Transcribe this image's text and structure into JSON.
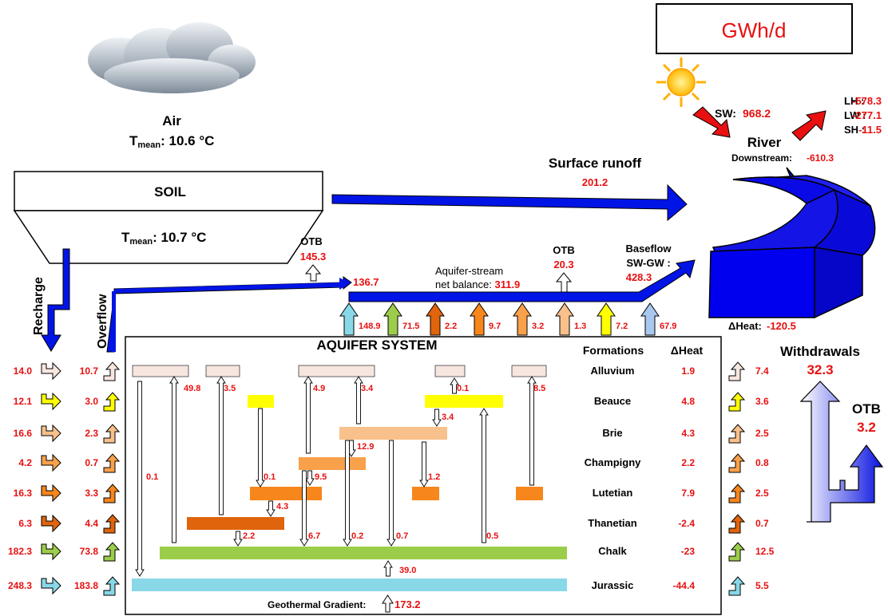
{
  "unit_label": "GWh/d",
  "air": {
    "label": "Air",
    "tmean_label": "T",
    "tmean_sub": "mean",
    "tmean_value": ": 10.6 °C"
  },
  "soil": {
    "label": "SOIL",
    "tmean_label": "T",
    "tmean_sub": "mean",
    "tmean_value": ":  10.7 °C"
  },
  "surface_runoff": {
    "label": "Surface runoff",
    "value": "201.2"
  },
  "sw": {
    "label": "SW:",
    "value": "968.2"
  },
  "atm": [
    {
      "label": "LH :",
      "value": "-578.3"
    },
    {
      "label": "LW :",
      "value": "-277.1"
    },
    {
      "label": "SH :",
      "value": "-11.5"
    }
  ],
  "river": {
    "label": "River",
    "downstream_label": "Downstream:",
    "downstream_value": "-610.3",
    "dheat_label": "ΔHeat:",
    "dheat_value": "-120.5"
  },
  "otb_soil": {
    "label": "OTB",
    "value": "145.3"
  },
  "otb_stream": {
    "label": "OTB",
    "value": "20.3"
  },
  "overflow_value": "136.7",
  "aquifer_stream": {
    "label1": "Aquifer-stream",
    "label2": "net balance:",
    "value": "311.9"
  },
  "baseflow": {
    "label1": "Baseflow",
    "label2": "SW-GW :",
    "value": "428.3"
  },
  "recharge_label": "Recharge",
  "overflow_label": "Overflow",
  "aquifer_title": "AQUIFER SYSTEM",
  "formations_header": "Formations",
  "dheat_header": "ΔHeat",
  "formations": [
    {
      "name": "Alluvium",
      "recharge": "14.0",
      "overflow": "10.7",
      "dheat": "1.9",
      "withdrawal": "7.4",
      "color": "#f7e6e0"
    },
    {
      "name": "Beauce",
      "recharge": "12.1",
      "overflow": "3.0",
      "dheat": "4.8",
      "withdrawal": "3.6",
      "color": "#ffff00"
    },
    {
      "name": "Brie",
      "recharge": "16.6",
      "overflow": "2.3",
      "dheat": "4.3",
      "withdrawal": "2.5",
      "color": "#f8c08a"
    },
    {
      "name": "Champigny",
      "recharge": "4.2",
      "overflow": "0.7",
      "dheat": "2.2",
      "withdrawal": "0.8",
      "color": "#f9a04a"
    },
    {
      "name": "Lutetian",
      "recharge": "16.3",
      "overflow": "3.3",
      "dheat": "7.9",
      "withdrawal": "2.5",
      "color": "#f7861c"
    },
    {
      "name": "Thanetian",
      "recharge": "6.3",
      "overflow": "4.4",
      "dheat": "-2.4",
      "withdrawal": "0.7",
      "color": "#e0640c"
    },
    {
      "name": "Chalk",
      "recharge": "182.3",
      "overflow": "73.8",
      "dheat": "-23",
      "withdrawal": "12.5",
      "color": "#9ccd4a"
    },
    {
      "name": "Jurassic",
      "recharge": "248.3",
      "overflow": "183.8",
      "dheat": "-44.4",
      "withdrawal": "5.5",
      "color": "#88d8e8"
    }
  ],
  "stream_exchanges": [
    {
      "value": "148.9",
      "color": "#88d8e8"
    },
    {
      "value": "71.5",
      "color": "#9ccd4a"
    },
    {
      "value": "2.2",
      "color": "#e0640c"
    },
    {
      "value": "9.7",
      "color": "#f7861c"
    },
    {
      "value": "3.2",
      "color": "#f9a04a"
    },
    {
      "value": "1.3",
      "color": "#f8c08a"
    },
    {
      "value": "7.2",
      "color": "#ffff00"
    },
    {
      "value": "67.9",
      "color": "#a8c8f0"
    }
  ],
  "internal_flows": [
    "49.8",
    "3.5",
    "4.9",
    "3.4",
    "0.1",
    "8.5",
    "3.4",
    "12.9",
    "0.1",
    "9.5",
    "1.2",
    "4.3",
    "2.2",
    "6.7",
    "0.2",
    "0.7",
    "0.5",
    "0.1",
    "39.0"
  ],
  "geothermal": {
    "label": "Geothermal Gradient:",
    "value": "173.2"
  },
  "withdrawals": {
    "label": "Withdrawals",
    "value": "32.3"
  },
  "otb_withdrawals": {
    "label": "OTB",
    "value": "3.2"
  },
  "colors": {
    "flow_blue": "#0014e6",
    "value_red": "#e81010"
  }
}
